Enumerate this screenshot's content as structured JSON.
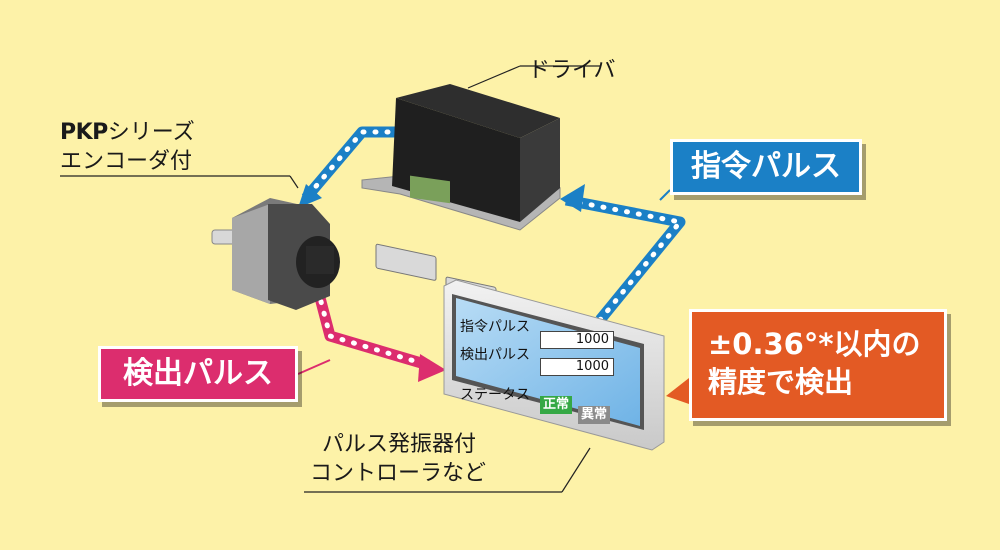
{
  "labels": {
    "driver": "ドライバ",
    "motor_line1_bold": "PKP",
    "motor_line1_rest": "シリーズ",
    "motor_line2": "エンコーダ付",
    "controller_line1": "パルス発振器付",
    "controller_line2": "コントローラなど"
  },
  "tags": {
    "command_pulse": "指令パルス",
    "detect_pulse": "検出パルス",
    "accuracy_line1": "±0.36°*以内の",
    "accuracy_line2": "精度で検出"
  },
  "screen": {
    "rows": [
      {
        "label": "指令パルス",
        "value": "1000"
      },
      {
        "label": "検出パルス",
        "value": "1000"
      }
    ],
    "status_label": "ステータス",
    "status_normal": "正常",
    "status_abnormal": "異常"
  },
  "colors": {
    "background": "#fdf2a8",
    "command_blue": "#1b80c6",
    "detect_pink": "#dc2d6e",
    "accuracy_orange": "#e35a24",
    "screen_blue": "#8fc5ec",
    "status_green": "#35a845",
    "status_gray": "#8a8a8a"
  }
}
